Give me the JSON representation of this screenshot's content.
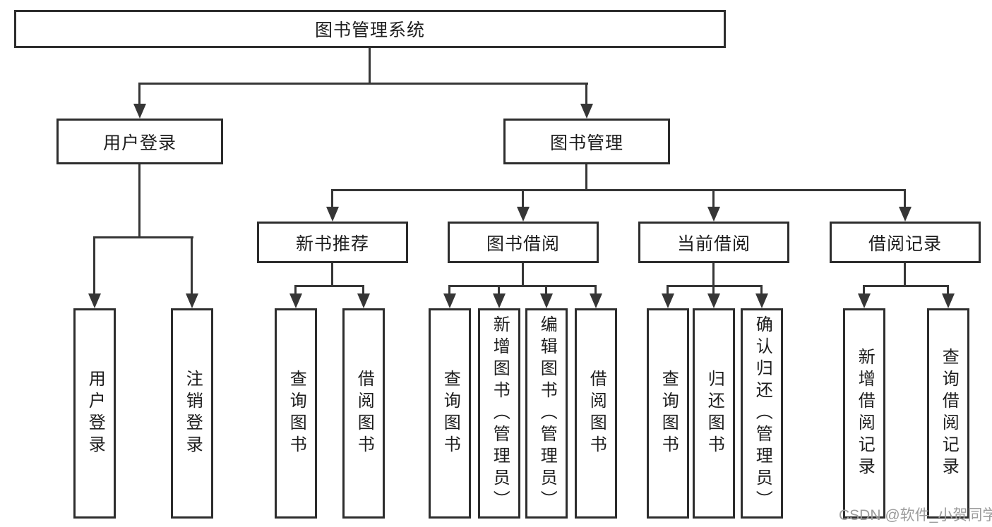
{
  "diagram": {
    "root": {
      "label": "图书管理系统"
    },
    "branches": [
      {
        "label": "用户登录",
        "children": [
          {
            "label": "用户登录"
          },
          {
            "label": "注销登录"
          }
        ]
      },
      {
        "label": "图书管理",
        "groups": [
          {
            "label": "新书推荐",
            "children": [
              {
                "label": "查询图书"
              },
              {
                "label": "借阅图书"
              }
            ]
          },
          {
            "label": "图书借阅",
            "children": [
              {
                "label": "查询图书"
              },
              {
                "label": "新增图书（管理员）"
              },
              {
                "label": "编辑图书（管理员）"
              },
              {
                "label": "借阅图书"
              }
            ]
          },
          {
            "label": "当前借阅",
            "children": [
              {
                "label": "查询图书"
              },
              {
                "label": "归还图书"
              },
              {
                "label": "确认归还（管理员）"
              }
            ]
          },
          {
            "label": "借阅记录",
            "children": [
              {
                "label": "新增借阅记录"
              },
              {
                "label": "查询借阅记录"
              }
            ]
          }
        ]
      }
    ],
    "watermark": "CSDN @软件_小贺同学",
    "colors": {
      "line": "#363636",
      "box_border": "#2d2d2d",
      "text": "#1d1d1d",
      "watermark": "#9c9c9c",
      "background": "#ffffff"
    }
  }
}
